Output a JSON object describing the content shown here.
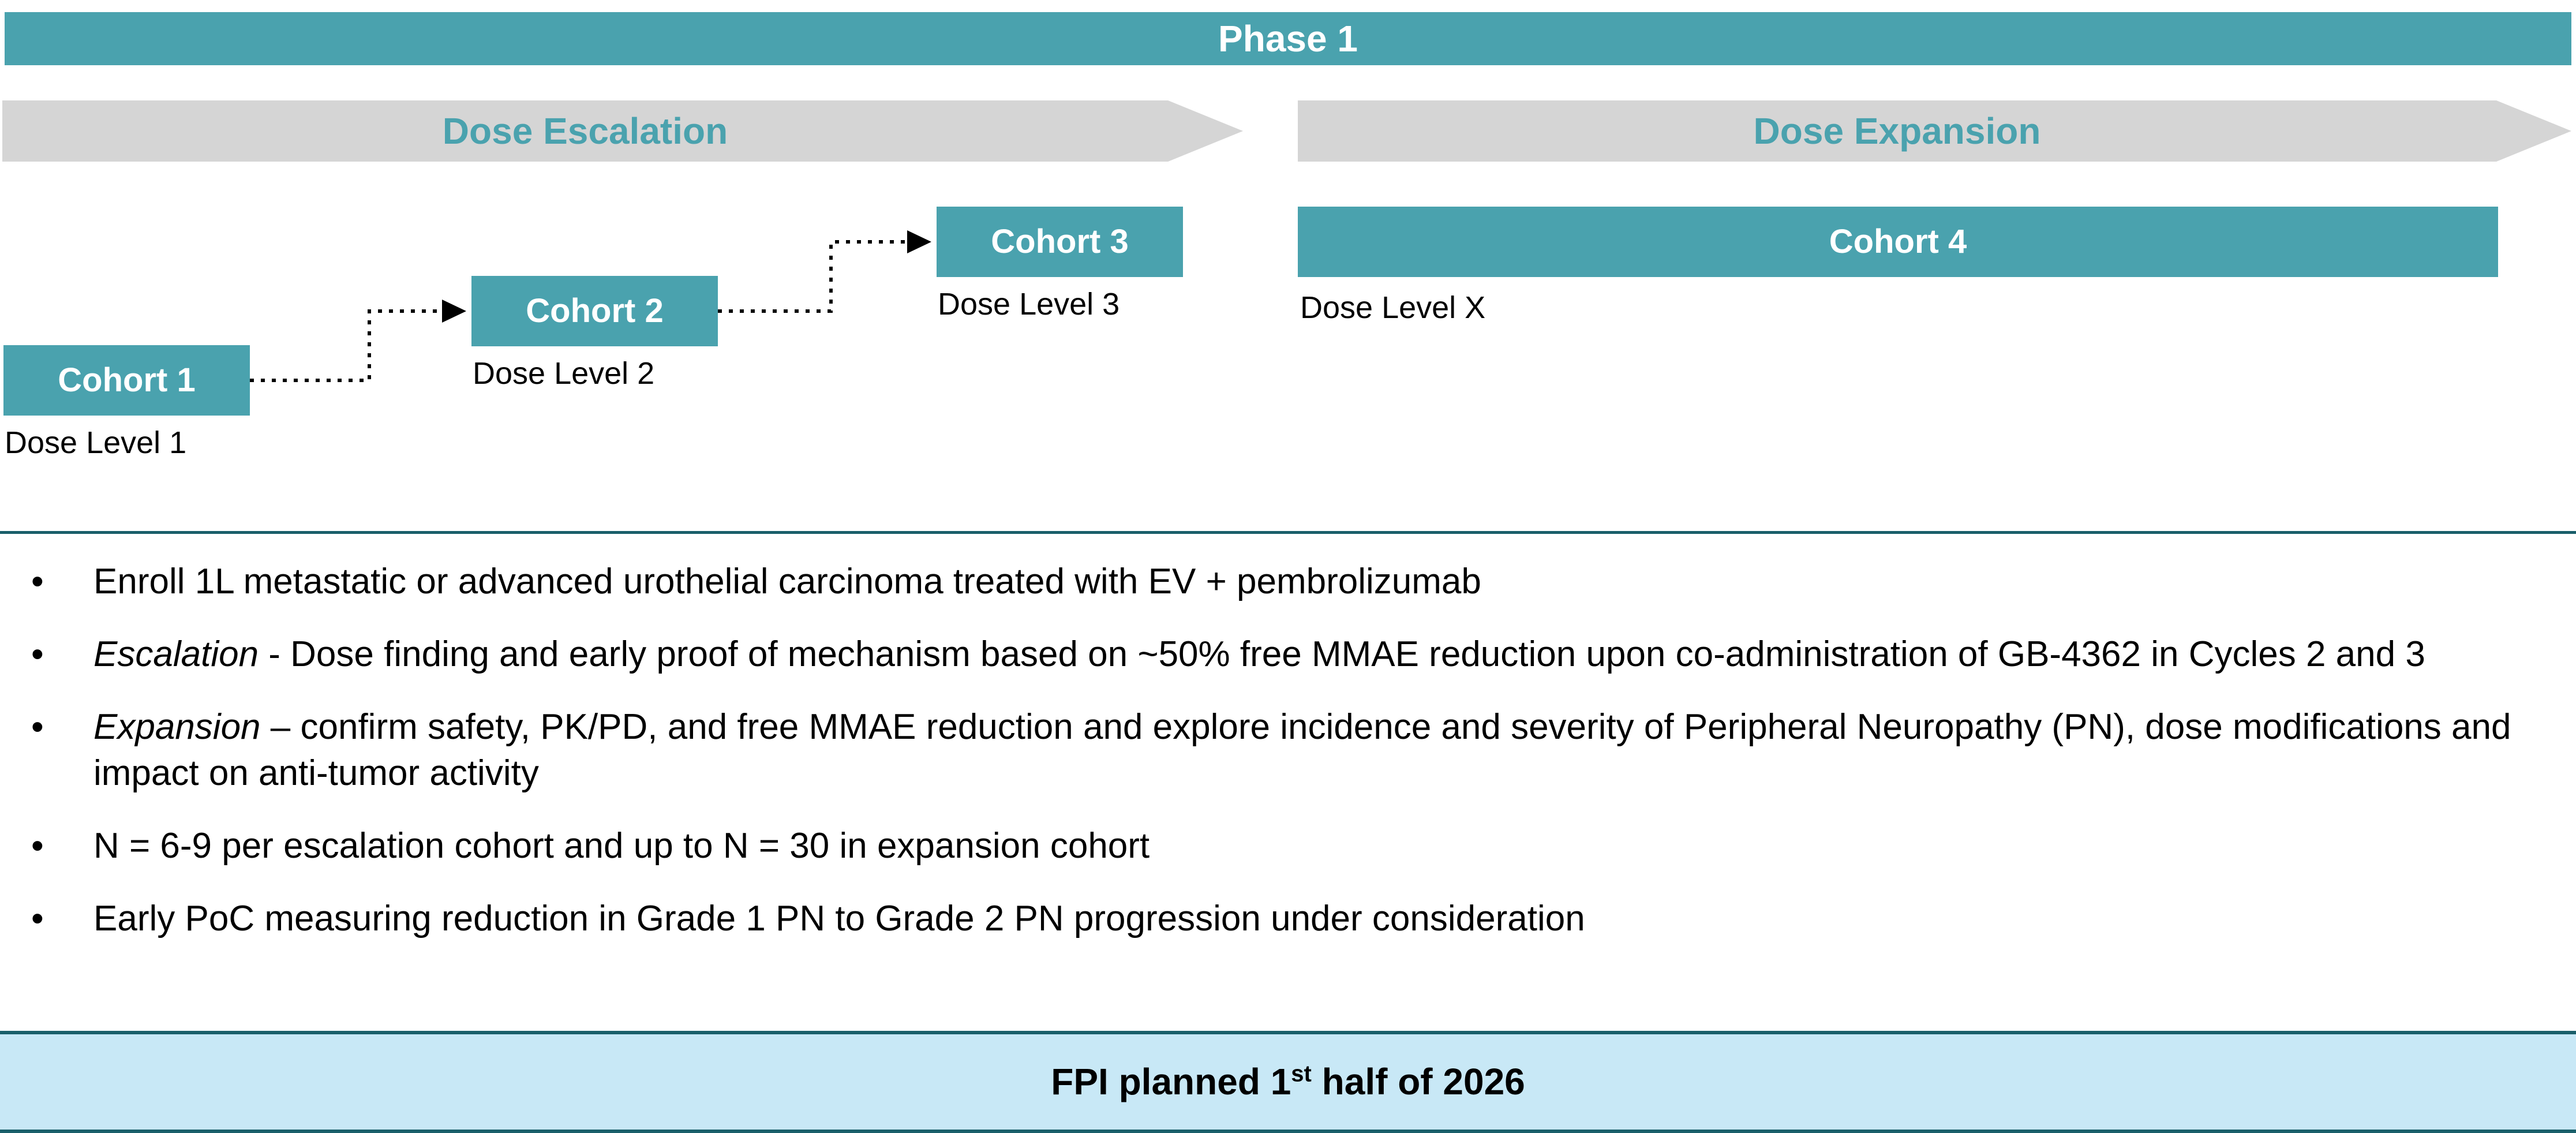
{
  "title": "Phase 1",
  "phases": {
    "escalation": "Dose Escalation",
    "expansion": "Dose Expansion"
  },
  "cohorts": [
    {
      "label": "Cohort 1",
      "dose": "Dose Level 1"
    },
    {
      "label": "Cohort 2",
      "dose": "Dose Level 2"
    },
    {
      "label": "Cohort 3",
      "dose": "Dose Level 3"
    },
    {
      "label": "Cohort 4",
      "dose": "Dose Level X"
    }
  ],
  "list": {
    "marker": "•"
  },
  "bullets": [
    {
      "italic": "",
      "text": "Enroll 1L metastatic or advanced urothelial carcinoma treated with EV + pembrolizumab"
    },
    {
      "italic": "Escalation",
      "text": " - Dose finding and early proof of mechanism based on ~50% free MMAE reduction upon co-administration of GB-4362 in Cycles 2 and 3"
    },
    {
      "italic": "Expansion",
      "text": " – confirm safety, PK/PD, and free MMAE reduction and explore incidence and severity of Peripheral Neuropathy (PN), dose modifications and impact on anti-tumor activity"
    },
    {
      "italic": "",
      "text": "N = 6-9 per escalation cohort and up to N = 30 in expansion cohort"
    },
    {
      "italic": "",
      "text": "Early PoC measuring reduction in Grade 1 PN to Grade 2 PN progression under consideration"
    }
  ],
  "footer": {
    "prefix": "FPI planned 1",
    "superscript": "st",
    "suffix": " half of 2026"
  },
  "colors": {
    "teal": "#4AA2AE",
    "dark_teal": "#1A5F6A",
    "light_blue": "#C8E8F6",
    "gray": "#D5D5D5",
    "connector": "#000000"
  }
}
